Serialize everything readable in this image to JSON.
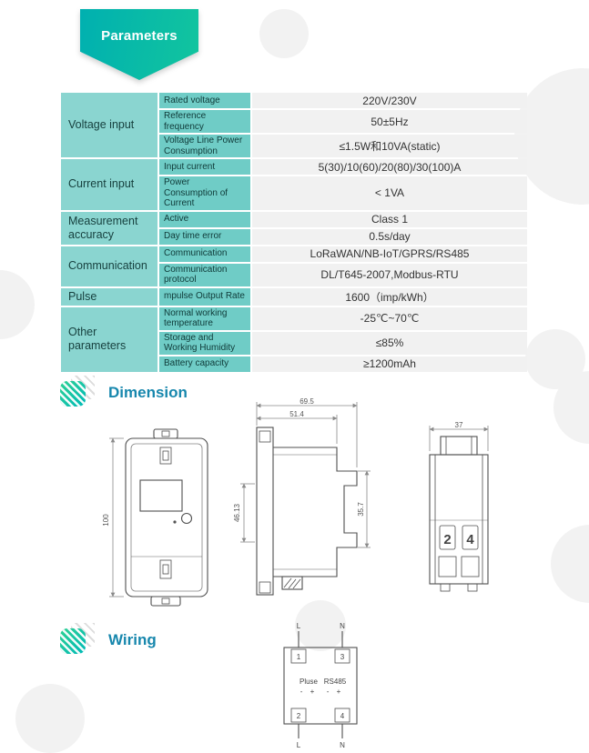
{
  "ribbon": {
    "title": "Parameters"
  },
  "spec_table": {
    "groups": [
      {
        "category": "Voltage input",
        "rows": [
          {
            "param": "Rated voltage",
            "value": "220V/230V"
          },
          {
            "param": "Reference frequency",
            "value": "50±5Hz"
          },
          {
            "param": "Voltage Line Power Consumption",
            "value": "≤1.5W和10VA(static)"
          }
        ]
      },
      {
        "category": "Current input",
        "rows": [
          {
            "param": "Input current",
            "value": "5(30)/10(60)/20(80)/30(100)A"
          },
          {
            "param": "Power Consumption of Current",
            "value": "< 1VA"
          }
        ]
      },
      {
        "category": "Measurement accuracy",
        "rows": [
          {
            "param": "Active",
            "value": "Class 1"
          },
          {
            "param": "Day time error",
            "value": "0.5s/day"
          }
        ]
      },
      {
        "category": "Communication",
        "rows": [
          {
            "param": "Communication",
            "value": "LoRaWAN/NB-IoT/GPRS/RS485"
          },
          {
            "param": "Communication protocol",
            "value": "DL/T645-2007,Modbus-RTU"
          }
        ]
      },
      {
        "category": "Pulse",
        "rows": [
          {
            "param": "mpulse Output Rate",
            "value": "1600（imp/kWh）"
          }
        ]
      },
      {
        "category": "Other parameters",
        "rows": [
          {
            "param": "Normal working temperature",
            "value": "-25℃~70℃"
          },
          {
            "param": "Storage and Working Humidity",
            "value": "≤85%"
          },
          {
            "param": "Battery capacity",
            "value": "≥1200mAh"
          }
        ]
      }
    ]
  },
  "dimension": {
    "title": "Dimension",
    "front_view": {
      "height": "100"
    },
    "side_view": {
      "total_depth": "69.5",
      "body_depth": "51.4",
      "front_height": "46.13",
      "clip_height": "35.7"
    },
    "back_view": {
      "width": "37",
      "terminal_left": "2",
      "terminal_right": "4"
    }
  },
  "wiring": {
    "title": "Wiring",
    "top_left": "L",
    "top_right": "N",
    "bottom_left": "L",
    "bottom_right": "N",
    "terminal_1": "1",
    "terminal_2": "2",
    "terminal_3": "3",
    "terminal_4": "4",
    "pluse_label": "Pluse",
    "rs485_label": "RS485",
    "pluse_polarity": "-  +",
    "rs485_polarity": "-  +"
  },
  "icons": {
    "section_marker": "diagonal-stripes-icon"
  }
}
